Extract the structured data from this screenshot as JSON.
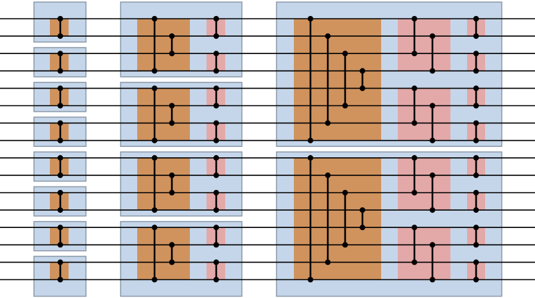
{
  "colors": {
    "background": "#ffffff",
    "block_fill": "#c5d6ea",
    "block_stroke": "#8c9aaa",
    "merge_fill": "#d0935e",
    "clean_fill": "#e3a8a8",
    "wire": "#000000"
  },
  "wires": {
    "count": 16
  },
  "columns": [
    {
      "stage": 1,
      "block_size": 2,
      "merge_compares": [
        [
          0,
          1
        ]
      ],
      "cleaners": []
    },
    {
      "stage": 2,
      "block_size": 4,
      "merge_compares": [
        [
          0,
          3
        ],
        [
          1,
          2
        ]
      ],
      "cleaners": [
        {
          "width": 2,
          "compares": [
            [
              0,
              1
            ]
          ]
        }
      ]
    },
    {
      "stage": 3,
      "block_size": 8,
      "merge_compares": [
        [
          0,
          7
        ],
        [
          1,
          6
        ],
        [
          2,
          5
        ],
        [
          3,
          4
        ]
      ],
      "cleaners": [
        {
          "width": 4,
          "compares": [
            [
              0,
              2
            ],
            [
              1,
              3
            ]
          ]
        },
        {
          "width": 2,
          "compares": [
            [
              0,
              1
            ]
          ]
        }
      ]
    }
  ]
}
